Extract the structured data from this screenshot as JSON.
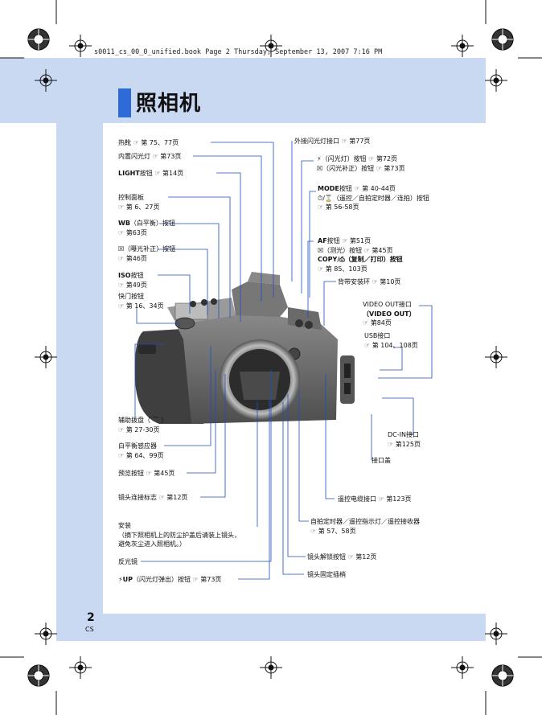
{
  "header": "s0011_cs_00_0_unified.book  Page 2  Thursday, September 13, 2007  7:16 PM",
  "title": "照相机",
  "page_number": "2",
  "language": "CS",
  "colors": {
    "band": "#c9d9f2",
    "title_bar": "#2f6bd8"
  },
  "left_labels": [
    {
      "lines": [
        "热靴 ☞ 第 75、77页"
      ]
    },
    {
      "lines": [
        "内置闪光灯 ☞ 第73页"
      ]
    },
    {
      "bold": "LIGHT",
      "lines": [
        "按钮 ☞ 第14页"
      ]
    },
    {
      "lines": [
        "控制面板",
        "☞ 第 6、27页"
      ]
    },
    {
      "bold": "WB",
      "lines": [
        "（白平衡）按钮",
        "☞ 第63页"
      ]
    },
    {
      "lines": [
        "☒（曝光补正）按钮",
        "☞ 第46页"
      ]
    },
    {
      "bold": "ISO",
      "lines": [
        "按钮",
        "☞ 第49页"
      ]
    },
    {
      "lines": [
        "快门按钮",
        "☞ 第 16、34页"
      ]
    },
    {
      "lines": [
        "辅助拨盘（ ⌒ ）",
        "☞ 第 27-30页"
      ]
    },
    {
      "lines": [
        "白平衡感应器",
        "☞ 第 64、99页"
      ]
    },
    {
      "lines": [
        "预览按钮 ☞ 第45页"
      ]
    },
    {
      "lines": [
        "镜头连接标志 ☞ 第12页"
      ]
    },
    {
      "lines": [
        "安装",
        "（摘下照相机上的防尘护盖后请装上镜头，",
        "避免灰尘进入照相机。）"
      ]
    },
    {
      "lines": [
        "反光镜"
      ]
    },
    {
      "bold": "⚡UP",
      "lines": [
        "（闪光灯弹出）按钮 ☞ 第73页"
      ]
    }
  ],
  "right_labels": [
    {
      "lines": [
        "外接闪光灯接口 ☞ 第77页"
      ]
    },
    {
      "lines": [
        "⚡（闪光灯）按钮 ☞ 第72页",
        "☒（闪光补正）按钮 ☞ 第73页"
      ]
    },
    {
      "bold": "MODE",
      "lines": [
        "按钮 ☞ 第 40-44页",
        "⏱/⌛（遥控／自拍定时器／连拍）按钮",
        "☞ 第 56-58页"
      ]
    },
    {
      "bold": "AF",
      "lines": [
        "按钮 ☞ 第51页",
        "☒（测光）按钮 ☞ 第45页",
        "COPY/⎙（复制／打印）按钮",
        "☞ 第 85、103页"
      ]
    },
    {
      "lines": [
        "背带安装环 ☞ 第10页"
      ]
    },
    {
      "lines": [
        "VIDEO OUT接口",
        "（VIDEO OUT）",
        "☞ 第84页"
      ]
    },
    {
      "lines": [
        "USB接口",
        "☞ 第 104、108页"
      ]
    },
    {
      "lines": [
        "DC-IN接口",
        "☞ 第125页"
      ]
    },
    {
      "lines": [
        "接口盖"
      ]
    },
    {
      "lines": [
        "遥控电缆接口 ☞ 第123页"
      ]
    },
    {
      "lines": [
        "自拍定时器／遥控指示灯／遥控接收器",
        "☞ 第 57、58页"
      ]
    },
    {
      "lines": [
        "镜头解锁按钮 ☞ 第12页"
      ]
    },
    {
      "lines": [
        "镜头固定插梢"
      ]
    }
  ]
}
